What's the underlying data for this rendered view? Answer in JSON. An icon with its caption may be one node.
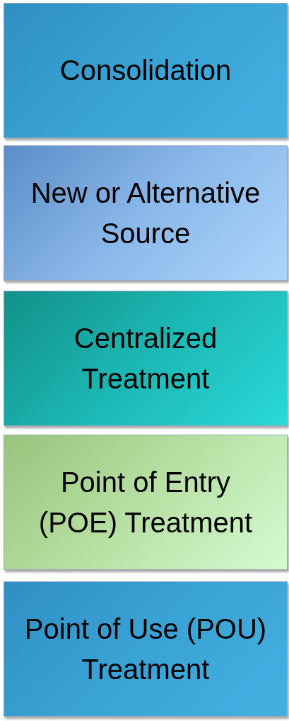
{
  "diagram": {
    "nodes": [
      {
        "text": [
          "Consolidation"
        ]
      },
      {
        "text": [
          "New or Alternative Source"
        ]
      },
      {
        "text": [
          "Centralized Treatment"
        ]
      },
      {
        "text": [
          "Point of Entry (POE) Treatment"
        ]
      },
      {
        "text": [
          "Point of Use (POU) Treatment"
        ]
      }
    ]
  }
}
